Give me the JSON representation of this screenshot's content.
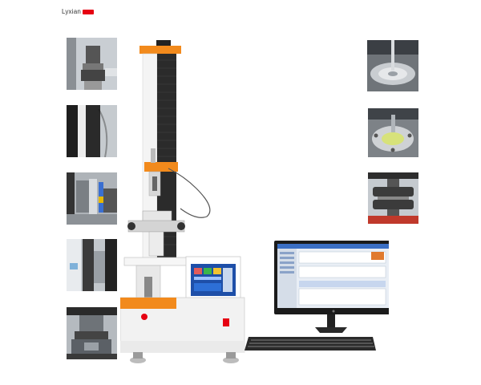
{
  "logo": {
    "text": "Lyxian",
    "accent": "#e60012"
  },
  "colors": {
    "orange": "#f28a1c",
    "column": "#2b2b2b",
    "base": "#f2f2f2",
    "screen": "#e9eef5",
    "accent_red": "#e60012"
  },
  "left_thumbnails": [
    {
      "name": "thumb-grip-top"
    },
    {
      "name": "thumb-column-cable"
    },
    {
      "name": "thumb-clamp-spray"
    },
    {
      "name": "thumb-fixture-window"
    },
    {
      "name": "thumb-jaw-assembly"
    }
  ],
  "right_thumbnails": [
    {
      "name": "thumb-puncture-plate"
    },
    {
      "name": "thumb-disc-fixture"
    },
    {
      "name": "thumb-compression-plates"
    }
  ]
}
